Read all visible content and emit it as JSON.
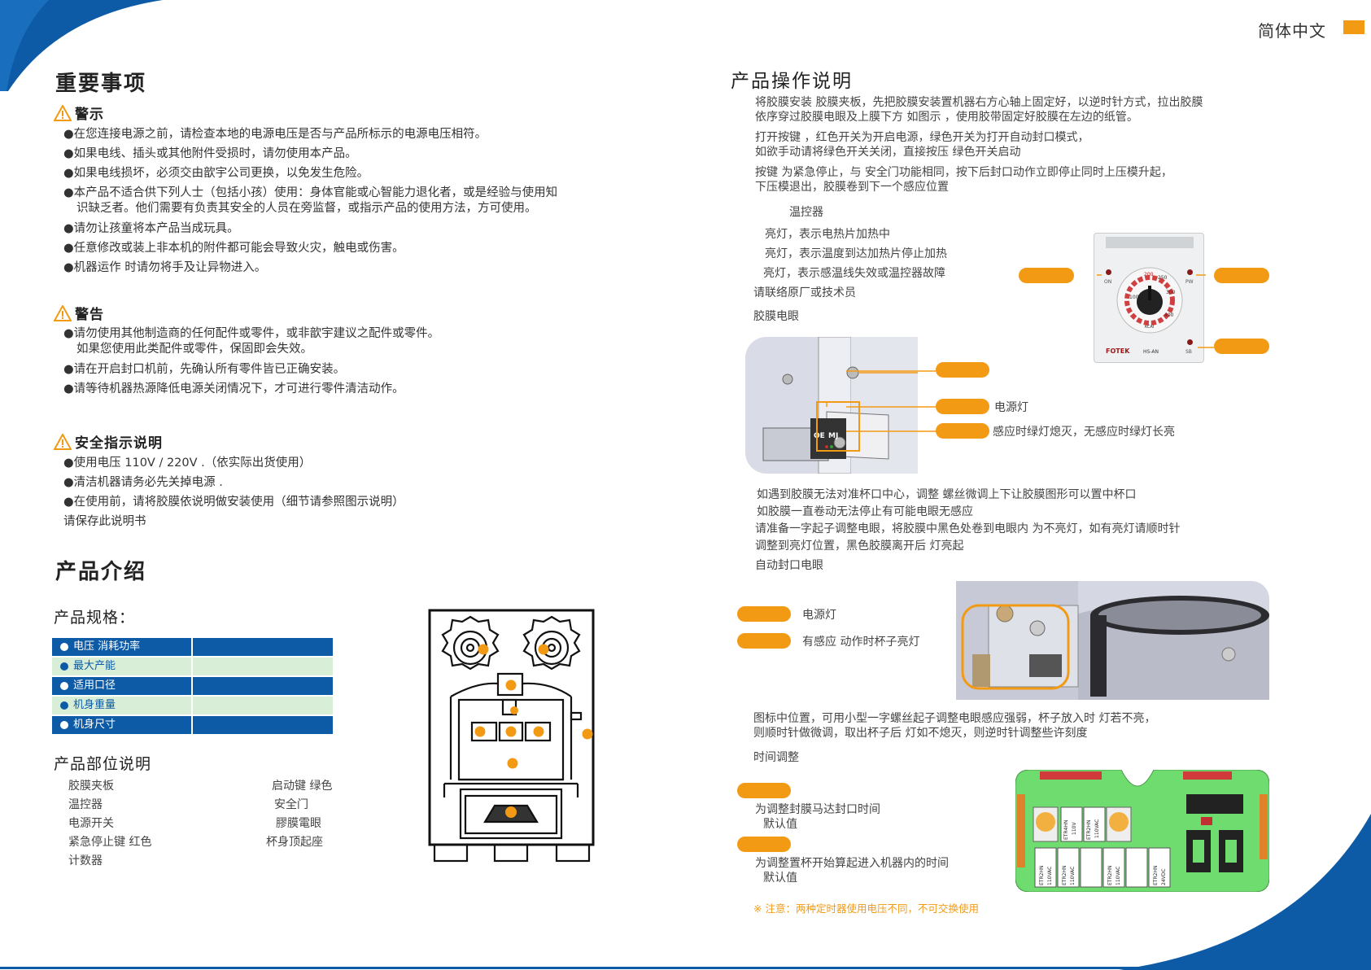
{
  "language_tag": "简体中文",
  "important": {
    "title": "重要事项",
    "notice": {
      "heading": "警示",
      "items": [
        "●在您连接电源之前，请检查本地的电源电压是否与产品所标示的电源电压相符。",
        "●如果电线、插头或其他附件受损时，请勿使用本产品。",
        "●如果电线损坏，必须交由歆宇公司更换，以免发生危险。",
        "●本产品不适合供下列人士（包括小孩）使用：身体官能或心智能力退化者，或是经验与使用知",
        "识缺乏者。他们需要有负责其安全的人员在旁监督，或指示产品的使用方法，方可使用。",
        "●请勿让孩童将本产品当成玩具。",
        "●任意修改或装上非本机的附件都可能会导致火灾，触电或伤害。",
        "●机器运作 时请勿将手及让异物进入。"
      ]
    },
    "warning": {
      "heading": "警告",
      "items": [
        "●请勿使用其他制造商的任何配件或零件，或非歆宇建议之配件或零件。",
        "如果您使用此类配件或零件，保固即会失效。",
        "●请在开启封口机前，先确认所有零件皆已正确安装。",
        "●请等待机器热源降低电源关闭情况下，才可进行零件清洁动作。"
      ]
    },
    "safety": {
      "heading": "安全指示说明",
      "items": [
        "●使用电压 110V / 220V .（依实际出货使用）",
        "●清洁机器请务必先关掉电源 .",
        "●在使用前，请将胶膜依说明做安装使用（细节请参照图示说明）",
        "请保存此说明书"
      ]
    }
  },
  "intro": {
    "title": "产品介绍",
    "specs_title": "产品规格：",
    "specs": [
      {
        "label": "电压   消耗功率",
        "style": "blue"
      },
      {
        "label": "最大产能",
        "style": "green"
      },
      {
        "label": "适用口径",
        "style": "blue"
      },
      {
        "label": "机身重量",
        "style": "green"
      },
      {
        "label": "机身尺寸",
        "style": "blue"
      }
    ],
    "parts_title": "产品部位说明",
    "parts_left": [
      "胶膜夹板",
      "温控器",
      "电源开关",
      "紧急停止键   红色",
      "计数器"
    ],
    "parts_right": [
      "启动键   绿色",
      "安全门",
      "膠膜電眼",
      "杯身顶起座"
    ]
  },
  "operation": {
    "title": "产品操作说明",
    "para1": [
      "将胶膜安装        胶膜夹板，先把胶膜安装置机器右方心轴上固定好，以逆时针方式，拉出胶膜",
      "依序穿过胶膜电眼及上膜下方   如图示   ，使用胶带固定好胶膜在左边的纸管。"
    ],
    "para2": [
      "打开按键        ，红色开关为开启电源，绿色开关为打开自动封口模式，",
      "如欲手动请将绿色开关关闭，直接按压       绿色开关启动"
    ],
    "para3": [
      "按键       为紧急停止，与        安全门功能相同，按下后封口动作立即停止同时上压模升起，",
      "下压模退出，胶膜卷到下一个感应位置"
    ],
    "temp_title": "温控器",
    "temp_lines": [
      "亮灯，表示电热片加热中",
      "亮灯，表示温度到达加热片停止加热",
      "亮灯，表示感温线失效或温控器故障",
      "请联络原厂或技术员"
    ],
    "eye_title": "胶膜电眼",
    "eye_labels": [
      "电源灯",
      "感应时绿灯熄灭，无感应时绿灯长亮"
    ],
    "eye_notes": [
      "如遇到胶膜无法对准杯口中心，调整     螺丝微调上下让胶膜图形可以置中杯口",
      "如胶膜一直卷动无法停止有可能电眼无感应",
      "请准备一字起子调整电眼，将胶膜中黑色处卷到电眼内        为不亮灯，如有亮灯请顺时针",
      "调整到亮灯位置，黑色胶膜离开后        灯亮起",
      "自动封口电眼"
    ],
    "auto_labels": [
      "电源灯",
      "有感应   动作时杯子亮灯"
    ],
    "auto_notes": [
      "图标中位置，可用小型一字螺丝起子调整电眼感应强弱，杯子放入时        灯若不亮，",
      "则顺时针做微调，取出杯子后        灯如不熄灭，则逆时针调整些许刻度"
    ],
    "timer_title": "时间调整",
    "timer_items": [
      [
        "为调整封膜马达封口时间",
        "默认值"
      ],
      [
        "为调整置杯开始算起进入机器内的时间",
        "默认值"
      ]
    ],
    "timer_note": "※ 注意：两种定时器使用电压不同，不可交换使用"
  },
  "figures": {
    "controller_brand": "FOTEK",
    "controller_model": "HS-AN",
    "controller_unit": "KCAI",
    "controller_labels": [
      "ON",
      "PW",
      "SB"
    ],
    "dial_ticks": [
      "100",
      "200",
      "250",
      "300",
      "400"
    ],
    "relay_labels": [
      "ETR4HN",
      "110V",
      "ETR2HN",
      "110VAC",
      "ETR2HN",
      "110VAC",
      "ETR2HN",
      "110VAC",
      "ETR2HN",
      "110VAC",
      "ETR2HN",
      "24VDC"
    ],
    "eye_marks": [
      "OE",
      "MJ"
    ]
  },
  "colors": {
    "accent": "#f39a14",
    "brand_blue": "#0d5ba6",
    "spec_green": "#d9eed6",
    "board_green": "#6fdc6f"
  }
}
